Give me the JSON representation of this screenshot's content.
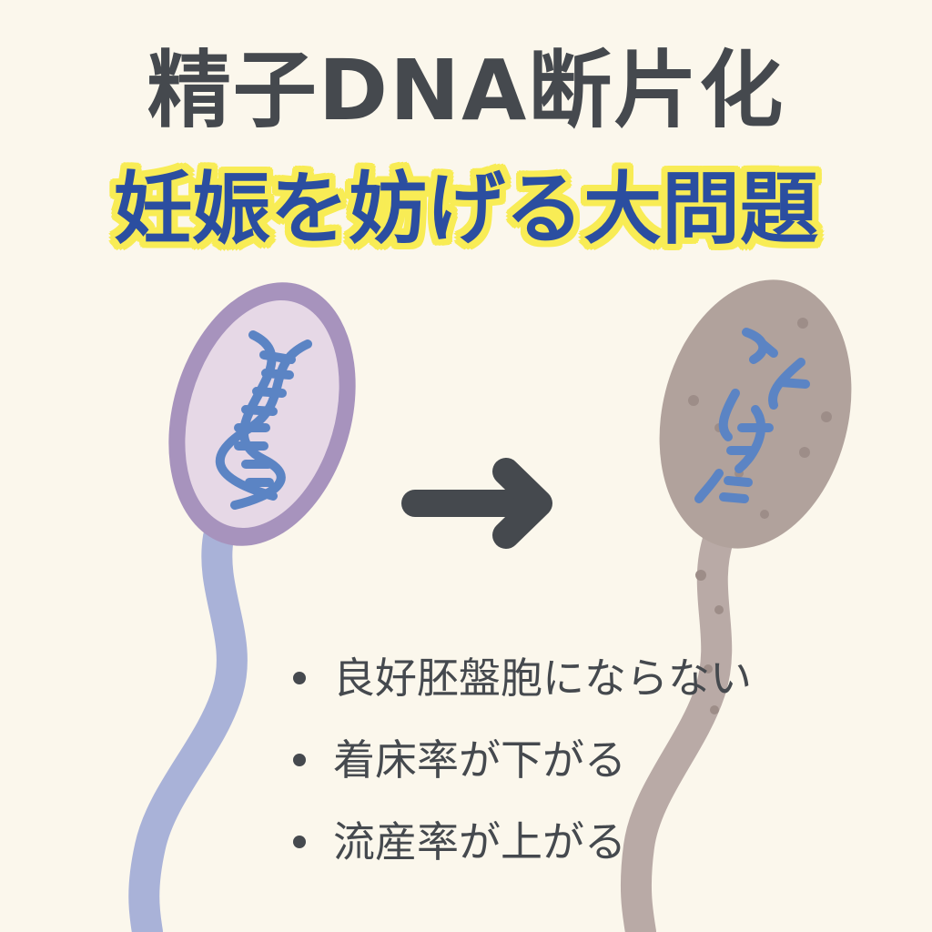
{
  "title": {
    "main": "精子DNA断片化",
    "sub": "妊娠を妨げる大問題"
  },
  "bullets": [
    "良好胚盤胞にならない",
    "着床率が下がる",
    "流産率が上がる"
  ],
  "colors": {
    "background": "#fbf7ec",
    "title_text": "#45494e",
    "subtitle_text": "#2b4ea0",
    "subtitle_outline": "#f8ec55",
    "healthy_head": "#e6d8e6",
    "healthy_head_border": "#a793bd",
    "healthy_tail": "#a9b2d8",
    "damaged_head": "#b1a29c",
    "damaged_tail": "#b9aaa6",
    "dna": "#5b84c4",
    "arrow": "#45494e"
  },
  "icons": [
    "healthy-sperm-icon",
    "dna-helix-icon",
    "arrow-right-icon",
    "damaged-sperm-icon",
    "fragmented-dna-icon"
  ]
}
